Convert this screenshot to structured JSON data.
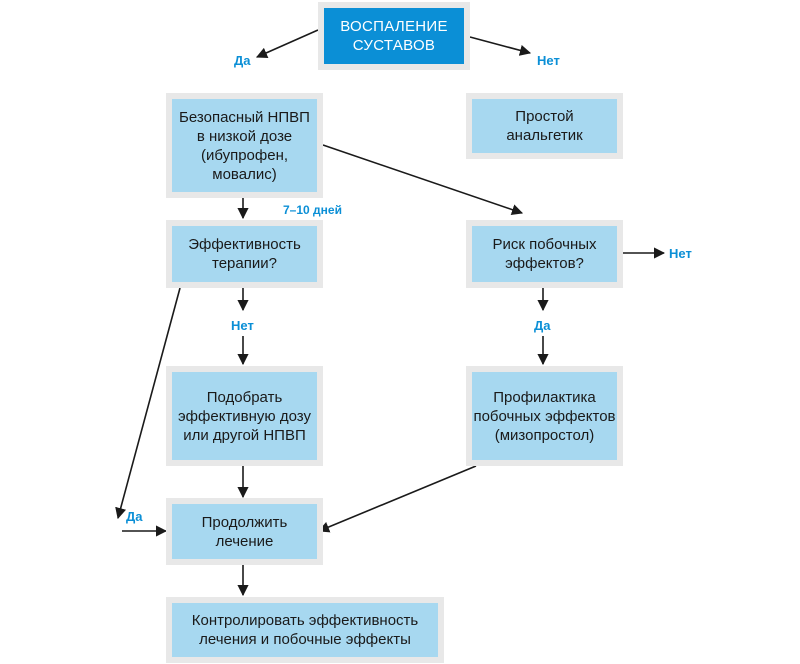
{
  "nodes": {
    "root": "ВОСПАЛЕНИЕ\nСУСТАВОВ",
    "nsaid": "Безопасный НПВП\nв низкой дозе\n(ибупрофен,\nмовалис)",
    "analgesic": "Простой\nанальгетик",
    "efficacy": "Эффективность\nтерапии?",
    "risk": "Риск побочных\nэффектов?",
    "adjust": "Подобрать\nэффективную дозу\nили другой НПВП",
    "prophylaxis": "Профилактика\nпобочных эффектов\n(мизопростол)",
    "continue": "Продолжить\nлечение",
    "monitor": "Контролировать эффективность\nлечения и побочные эффекты"
  },
  "labels": {
    "root_yes": "Да",
    "root_no": "Нет",
    "days": "7–10 дней",
    "efficacy_no": "Нет",
    "risk_no": "Нет",
    "risk_yes": "Да",
    "efficacy_yes": "Да"
  },
  "colors": {
    "root_fill": "#0b8fd6",
    "box_fill": "#a7d8f0",
    "box_frame": "#e8e8e8",
    "label": "#0b8fd6",
    "arrow": "#1a1a1a"
  }
}
